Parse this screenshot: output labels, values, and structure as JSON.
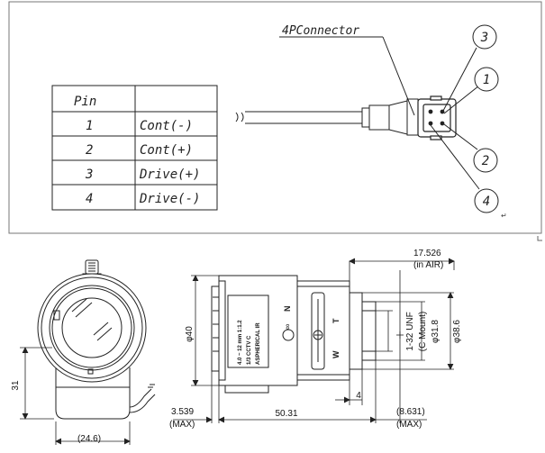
{
  "connector": {
    "label": "4PConnector",
    "callouts": [
      "3",
      "1",
      "2",
      "4"
    ],
    "mark": "↵"
  },
  "pin_table": {
    "header": [
      "Pin",
      ""
    ],
    "rows": [
      {
        "pin": "1",
        "function": "Cont(-)"
      },
      {
        "pin": "2",
        "function": "Cont(+)"
      },
      {
        "pin": "3",
        "function": "Drive(+)"
      },
      {
        "pin": "4",
        "function": "Drive(-)"
      }
    ]
  },
  "front_view": {
    "dim_height": "31",
    "dim_width": "(24.6)"
  },
  "side_view": {
    "dim_diameter": "φ40",
    "dim_air": [
      "17.526",
      "(in AIR)"
    ],
    "dim_thread": [
      "1-32 UNF",
      "(C Mount)"
    ],
    "dim_d318": "φ31.8",
    "dim_d386": "φ38.6",
    "dim_left": [
      "3.539",
      "(MAX)"
    ],
    "dim_length": "50.31",
    "dim_4": "4",
    "dim_right": [
      "(8.631)",
      "(MAX)"
    ],
    "lens_label": [
      "4.0 ~ 12 mm  1:1.2",
      "1/3 CCTV C",
      "ASPHERICAL IR"
    ],
    "ring_markers": {
      "near": "N",
      "far": "∞",
      "tele": "T",
      "wide": "W"
    }
  }
}
